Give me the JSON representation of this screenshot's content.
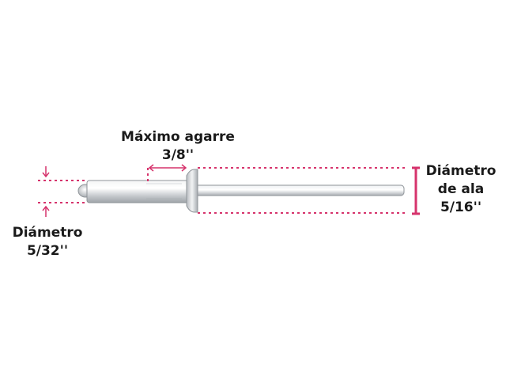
{
  "colors": {
    "accent": "#d6336c",
    "text": "#1a1a1a",
    "metal": "#c8ccd0"
  },
  "labels": {
    "grip_title": "Máximo agarre",
    "grip_value": "3/8''",
    "flange_line1": "Diámetro",
    "flange_line2": "de ala",
    "flange_value": "5/16''",
    "body_title": "Diámetro",
    "body_value": "5/32''"
  }
}
